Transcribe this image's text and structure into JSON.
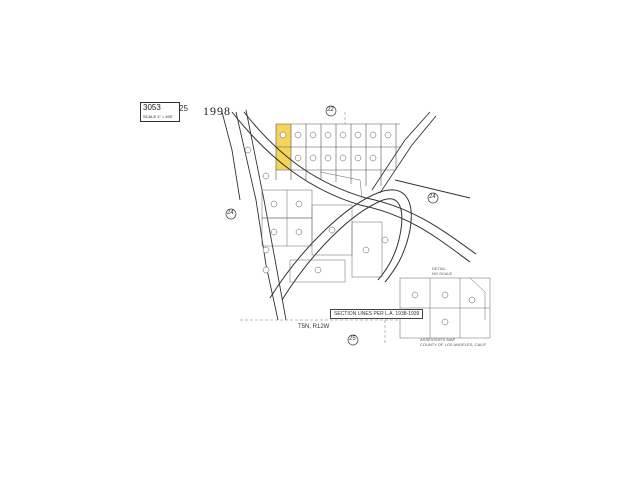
{
  "map_sheet": {
    "book_page": "3053",
    "page_number": "25",
    "year": "1998",
    "sub_header": "SCALE 1\" = 400'"
  },
  "sections": {
    "north": "22",
    "west": "24",
    "east": "24",
    "south": "25"
  },
  "township_range": "T5N, R12W",
  "legend_note": "SECTION LINES PER L.A. 1938-1939",
  "county_note": {
    "line1": "ASSESSOR'S MAP",
    "line2": "COUNTY OF LOS ANGELES, CALIF."
  },
  "detail_note": {
    "line1": "DETAIL",
    "line2": "NO SCALE"
  },
  "highlight_color": "#f2cd3c"
}
